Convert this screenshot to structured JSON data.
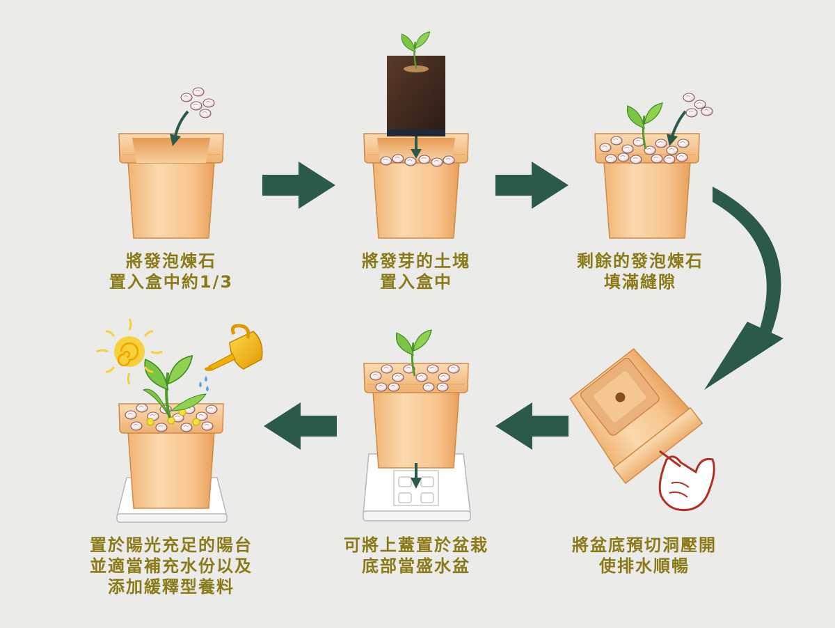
{
  "steps": [
    {
      "lines": [
        "將發泡煉石",
        "置入盒中約1/3"
      ]
    },
    {
      "lines": [
        "將發芽的土塊",
        "置入盒中"
      ]
    },
    {
      "lines": [
        "剩餘的發泡煉石",
        "填滿縫隙"
      ]
    },
    {
      "lines": [
        "將盆底預切洞壓開",
        "使排水順暢"
      ]
    },
    {
      "lines": [
        "可將上蓋置於盆栽",
        "底部當盛水盆"
      ]
    },
    {
      "lines": [
        "置於陽光充足的陽台",
        "並適當補充水份以及",
        "添加緩釋型養料"
      ]
    }
  ],
  "colors": {
    "background": "#ebebea",
    "caption": "#8a7a17",
    "arrow": "#2c5a4a",
    "pot_light": "#f8d3a2",
    "pot_dark": "#e9a45f",
    "leaf": "#6fbf3a",
    "sun": "#f6d23a",
    "can": "#f0b000"
  }
}
